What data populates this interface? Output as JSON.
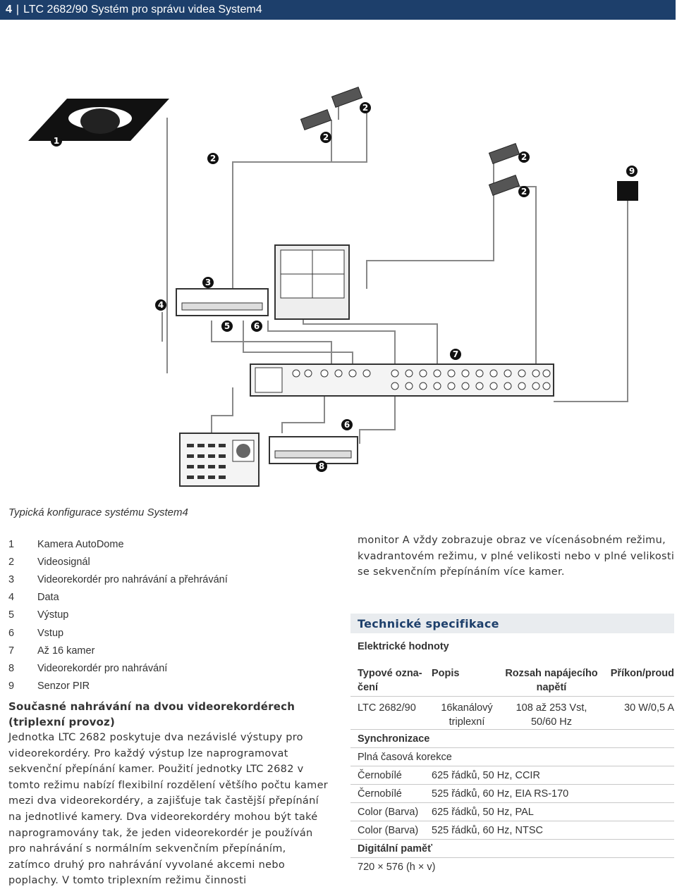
{
  "header": {
    "page_number": "4",
    "separator": "|",
    "title": "LTC 2682/90 Systém pro správu videa System4"
  },
  "figure": {
    "callouts": [
      "1",
      "2",
      "2",
      "2",
      "2",
      "2",
      "3",
      "4",
      "5",
      "6",
      "6",
      "7",
      "8",
      "9"
    ]
  },
  "caption": "Typická konfigurace systému System4",
  "legend": [
    {
      "n": "1",
      "label": "Kamera AutoDome"
    },
    {
      "n": "2",
      "label": "Videosignál"
    },
    {
      "n": "3",
      "label": "Videorekordér pro nahrávání a přehrávání"
    },
    {
      "n": "4",
      "label": "Data"
    },
    {
      "n": "5",
      "label": "Výstup"
    },
    {
      "n": "6",
      "label": "Vstup"
    },
    {
      "n": "7",
      "label": "Až 16 kamer"
    },
    {
      "n": "8",
      "label": "Videorekordér pro nahrávání"
    },
    {
      "n": "9",
      "label": "Senzor PIR"
    }
  ],
  "left": {
    "heading": "Současné nahrávání na dvou videorekordérech (triplexní provoz)",
    "body": "Jednotka LTC 2682 poskytuje dva nezávislé výstupy pro videorekordéry. Pro každý výstup lze naprogramovat sekvenční přepínání kamer. Použití jednotky LTC 2682 v tomto režimu nabízí flexibilní rozdělení většího počtu kamer mezi dva videorekordéry, a zajišťuje tak častější přepínání na jednotlivé kamery. Dva videorekordéry mohou být také naprogramovány tak, že jeden videorekordér je používán pro nahrávání s normálním sekvenčním přepínáním, zatímco druhý pro nahrávání vyvolané akcemi nebo poplachy. V tomto triplexním režimu činnosti"
  },
  "right": {
    "body": "monitor A vždy zobrazuje obraz ve vícenásobném režimu, kvadrantovém režimu, v plné velikosti nebo v plné velikosti se sekvenčním přepínáním více kamer.",
    "specs_title": "Technické specifikace",
    "spec_subtitle": "Elektrické hodnoty",
    "table": {
      "headers": [
        "Typové ozna-\nčení",
        "Popis",
        "Rozsah napájecího napětí",
        "Příkon/proud"
      ],
      "row": {
        "type": "LTC 2682/90",
        "desc": "16kanálový triplexní",
        "range": "108 až 253 Vst, 50/60 Hz",
        "power": "30 W/0,5 A"
      },
      "sync_heading": "Synchronizace",
      "sync_sub": "Plná časová korekce",
      "sync_rows": [
        {
          "k": "Černobílé",
          "v": "625 řádků, 50 Hz, CCIR"
        },
        {
          "k": "Černobílé",
          "v": "525 řádků, 60 Hz, EIA RS-170"
        },
        {
          "k": "Color (Barva)",
          "v": "625 řádků, 50 Hz, PAL"
        },
        {
          "k": "Color (Barva)",
          "v": "525 řádků, 60 Hz, NTSC"
        }
      ],
      "memory_heading": "Digitální paměť",
      "memory_value": "720 × 576 (h × v)"
    }
  }
}
